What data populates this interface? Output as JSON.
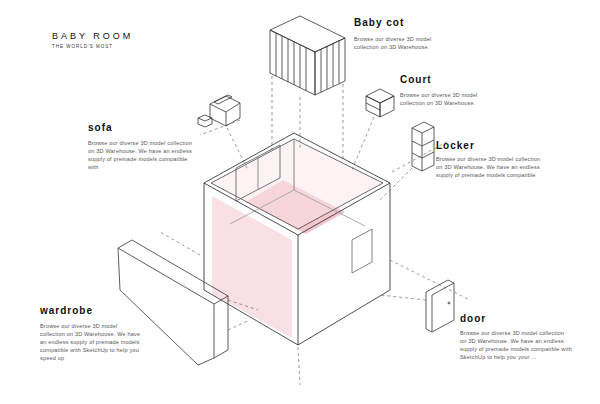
{
  "diagram": {
    "title": "BABY ROOM",
    "labels": [
      "THE WORLD'S MOST",
      "Baby cot",
      "Browse our diverse 3D model collection on 3D Warehouse.",
      "Court",
      "Browse our diverse 3D model collection on 3D Warehouse.",
      "sofa",
      "Browse our diverse 3D model collection on 3D Warehouse. We have an endless supply of premade models compatible with",
      "Locker",
      "Browse our diverse 3D model collection on 3D Warehouse. We have an endless supply of premade models compatible",
      "wardrobe",
      "Browse our diverse 3D model collection on 3D Warehouse. We have an endless supply of premade models compatible with SketchUp to help you speed up",
      "door",
      "Browse our diverse 3D model collection on 3D Warehouse. We have an endless supply of premade models compatible with SketchUp to help you your ..."
    ]
  }
}
